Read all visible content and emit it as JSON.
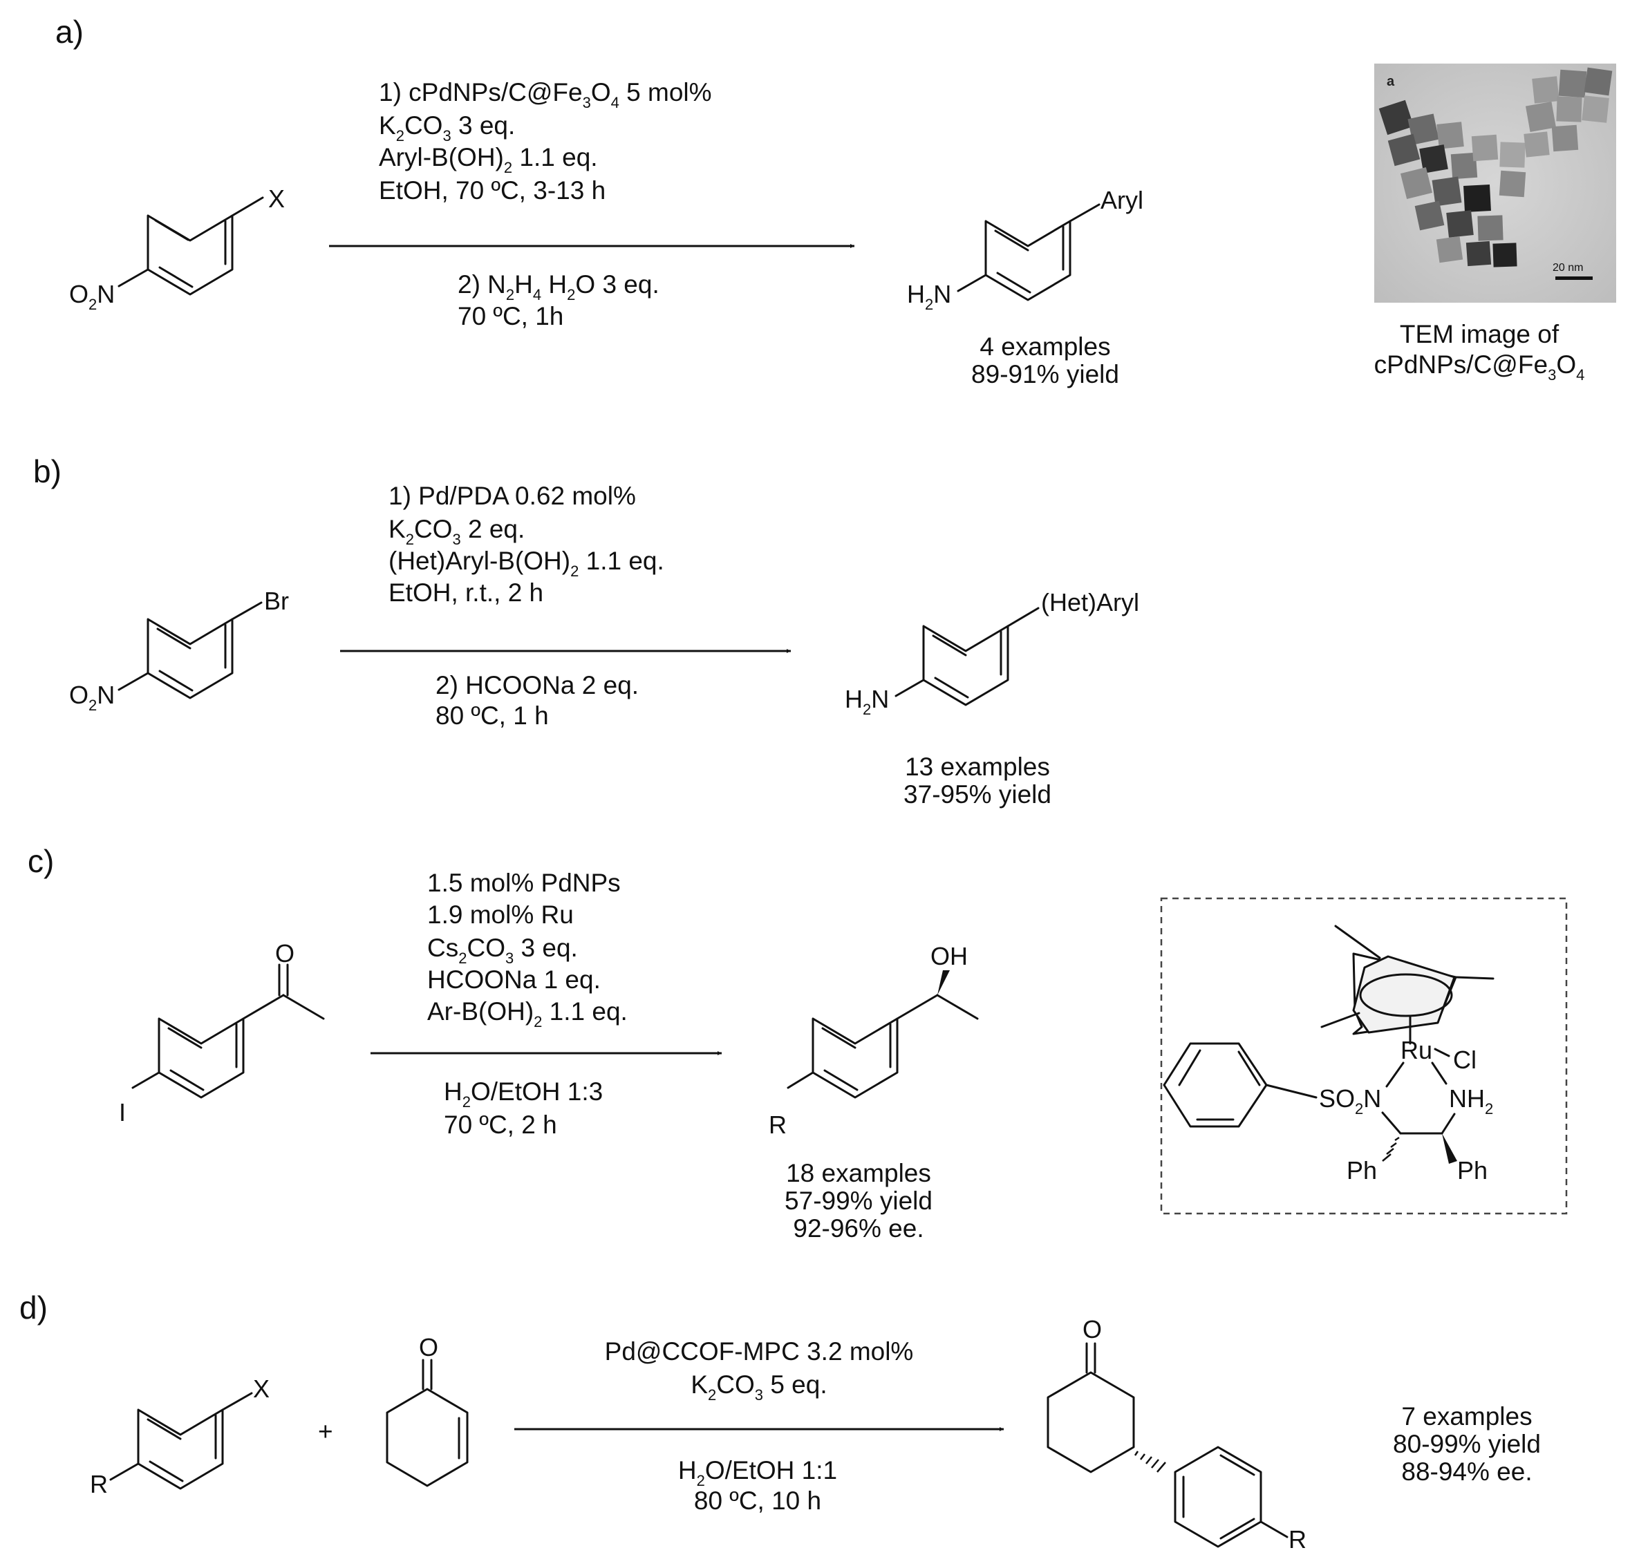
{
  "panels": {
    "a": {
      "label": "a)",
      "substituent_x": "X",
      "nitro_prefix": "O",
      "nitro_sub": "2",
      "nitro_suffix": "N",
      "product_sub": "Aryl",
      "amine_prefix": "H",
      "amine_sub": "2",
      "amine_suffix": "N",
      "cond1_pre": "1) cPdNPs/C@Fe",
      "cond1_s1": "3",
      "cond1_mid": "O",
      "cond1_s2": "4",
      "cond1_post": " 5 mol%",
      "cond2_pre": "K",
      "cond2_s1": "2",
      "cond2_mid": "CO",
      "cond2_s2": "3",
      "cond2_post": " 3 eq.",
      "cond3_pre": "Aryl-B(OH)",
      "cond3_s1": "2",
      "cond3_post": " 1.1 eq.",
      "cond4": "EtOH, 70 ºC, 3-13 h",
      "step2_pre": "2) N",
      "step2_s1": "2",
      "step2_mid": "H",
      "step2_s2": "4",
      "step2_mid2": " H",
      "step2_s3": "2",
      "step2_post": "O 3 eq.",
      "step2_line2": "70 ºC, 1h",
      "examples": "4 examples",
      "yield": "89-91% yield",
      "tem_letter": "a",
      "tem_scale": "20 nm",
      "tem_caption1": "TEM image of",
      "tem_caption2_pre": "cPdNPs/C@Fe",
      "tem_caption2_s1": "3",
      "tem_caption2_mid": "O",
      "tem_caption2_s2": "4"
    },
    "b": {
      "label": "b)",
      "substituent": "Br",
      "nitro_prefix": "O",
      "nitro_sub": "2",
      "nitro_suffix": "N",
      "product_sub": "(Het)Aryl",
      "amine_prefix": "H",
      "amine_sub": "2",
      "amine_suffix": "N",
      "cond1": "1) Pd/PDA 0.62 mol%",
      "cond2_pre": "K",
      "cond2_s1": "2",
      "cond2_mid": "CO",
      "cond2_s2": "3",
      "cond2_post": " 2 eq.",
      "cond3_pre": "(Het)Aryl-B(OH)",
      "cond3_s1": "2",
      "cond3_post": " 1.1 eq.",
      "cond4": "EtOH, r.t., 2 h",
      "step2": "2) HCOONa 2 eq.",
      "step2_line2": "80 ºC, 1 h",
      "examples": "13 examples",
      "yield": "37-95% yield"
    },
    "c": {
      "label": "c)",
      "ketone_o": "O",
      "iodo": "I",
      "cond1": "1.5 mol% PdNPs",
      "cond2": "1.9 mol% Ru",
      "cond3_pre": "Cs",
      "cond3_s1": "2",
      "cond3_mid": "CO",
      "cond3_s2": "3",
      "cond3_post": " 3 eq.",
      "cond4": "HCOONa 1 eq.",
      "cond5_pre": "Ar-B(OH)",
      "cond5_s1": "2",
      "cond5_post": " 1.1 eq.",
      "solvent_pre": "H",
      "solvent_s1": "2",
      "solvent_post": "O/EtOH 1:3",
      "temp": "70 ºC, 2 h",
      "product_oh": "OH",
      "product_r": "R",
      "examples": "18 examples",
      "yield": "57-99% yield",
      "ee": "92-96% ee.",
      "cat_ru": "Ru",
      "cat_cl": "Cl",
      "cat_so2n_pre": "SO",
      "cat_so2n_sub": "2",
      "cat_so2n_post": "N",
      "cat_nh2_pre": "NH",
      "cat_nh2_sub": "2",
      "cat_ph1": "Ph",
      "cat_ph2": "Ph"
    },
    "d": {
      "label": "d)",
      "substituent_x": "X",
      "substituent_r": "R",
      "plus": "+",
      "enone_o": "O",
      "cond1": "Pd@CCOF-MPC 3.2 mol%",
      "cond2_pre": "K",
      "cond2_s1": "2",
      "cond2_mid": "CO",
      "cond2_s2": "3",
      "cond2_post": " 5 eq.",
      "solvent_pre": "H",
      "solvent_s1": "2",
      "solvent_post": "O/EtOH 1:1",
      "temp": "80 ºC, 10 h",
      "product_o": "O",
      "product_r": "R",
      "examples": "7 examples",
      "yield": "80-99% yield",
      "ee": "88-94% ee."
    }
  }
}
